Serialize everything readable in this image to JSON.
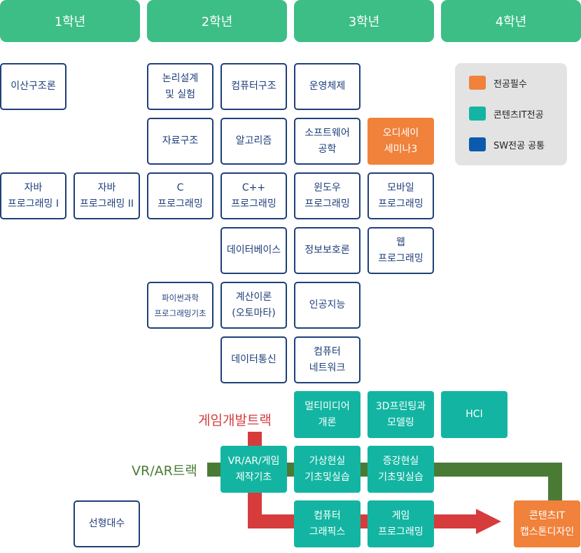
{
  "headers": [
    "1학년",
    "2학년",
    "3학년",
    "4학년"
  ],
  "legend": {
    "items": [
      {
        "label": "전공필수",
        "color": "#f0823b"
      },
      {
        "label": "콘텐츠IT전공",
        "color": "#13b5a2"
      },
      {
        "label": "SW전공 공통",
        "color": "#0b5aad"
      }
    ]
  },
  "tracks": {
    "game": {
      "label": "게임개발트랙",
      "color": "#d63c3c"
    },
    "vrar": {
      "label": "VR/AR트랙",
      "color": "#4a7b35"
    }
  },
  "courses": {
    "discrete_math": "이산구조론",
    "java1": "자바\n프로그래밍 I",
    "java2": "자바\n프로그래밍 II",
    "linear_algebra": "선형대수",
    "logic_design": "논리설계\n및 실험",
    "data_structures": "자료구조",
    "c_programming": "C\n프로그래밍",
    "python": "파이썬과학\n프로그래밍기초",
    "computer_architecture": "컴퓨터구조",
    "algorithms": "알고리즘",
    "cpp_programming": "C++\n프로그래밍",
    "database": "데이터베이스",
    "automata": "계산이론\n(오토마타)",
    "data_communication": "데이터통신",
    "vr_ar_game": "VR/AR/게임\n제작기초",
    "operating_systems": "운영체제",
    "software_engineering": "소프트웨어\n공학",
    "windows_programming": "윈도우\n프로그래밍",
    "information_security": "정보보호론",
    "ai": "인공지능",
    "computer_network": "컴퓨터\n네트워크",
    "multimedia": "멀티미디어\n개론",
    "virtual_reality": "가상현실\n기초및실습",
    "computer_graphics": "컴퓨터\n그래픽스",
    "odyssey_seminar": "오디세이\n세미나3",
    "mobile_programming": "모바일\n프로그래밍",
    "web_programming": "웹\n프로그래밍",
    "3d_printing": "3D프린팅과\n모델링",
    "augmented_reality": "증강현실\n기초및실습",
    "game_programming": "게임\n프로그래밍",
    "hci": "HCI",
    "capstone": "콘텐츠IT\n캡스톤디자인"
  }
}
